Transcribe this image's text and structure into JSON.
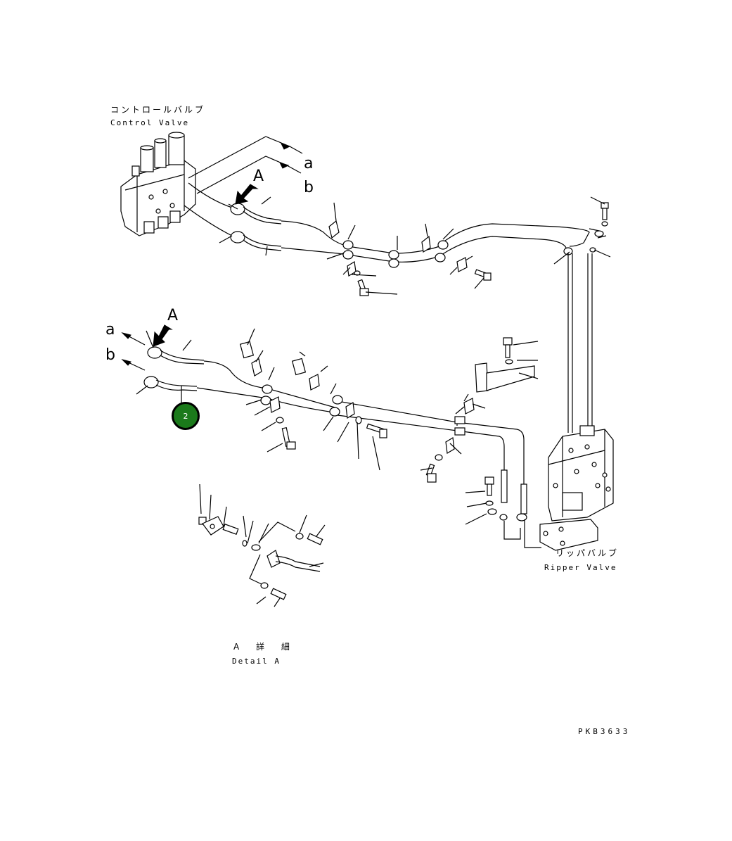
{
  "labels": {
    "control_valve_jp": "コントロールバルブ",
    "control_valve_en": "Control Valve",
    "ripper_valve_jp": "リッパバルブ",
    "ripper_valve_en": "Ripper Valve",
    "detail_jp": "A 詳 細",
    "detail_en": "Detail A",
    "view_arrow_upper": "A",
    "view_arrow_lower": "A",
    "port_a_upper": "a",
    "port_b_upper": "b",
    "port_a_lower": "a",
    "port_b_lower": "b",
    "drawing_code": "PKB3633"
  },
  "callouts": [
    {
      "number": "2",
      "color": "#1b7a1b"
    }
  ]
}
